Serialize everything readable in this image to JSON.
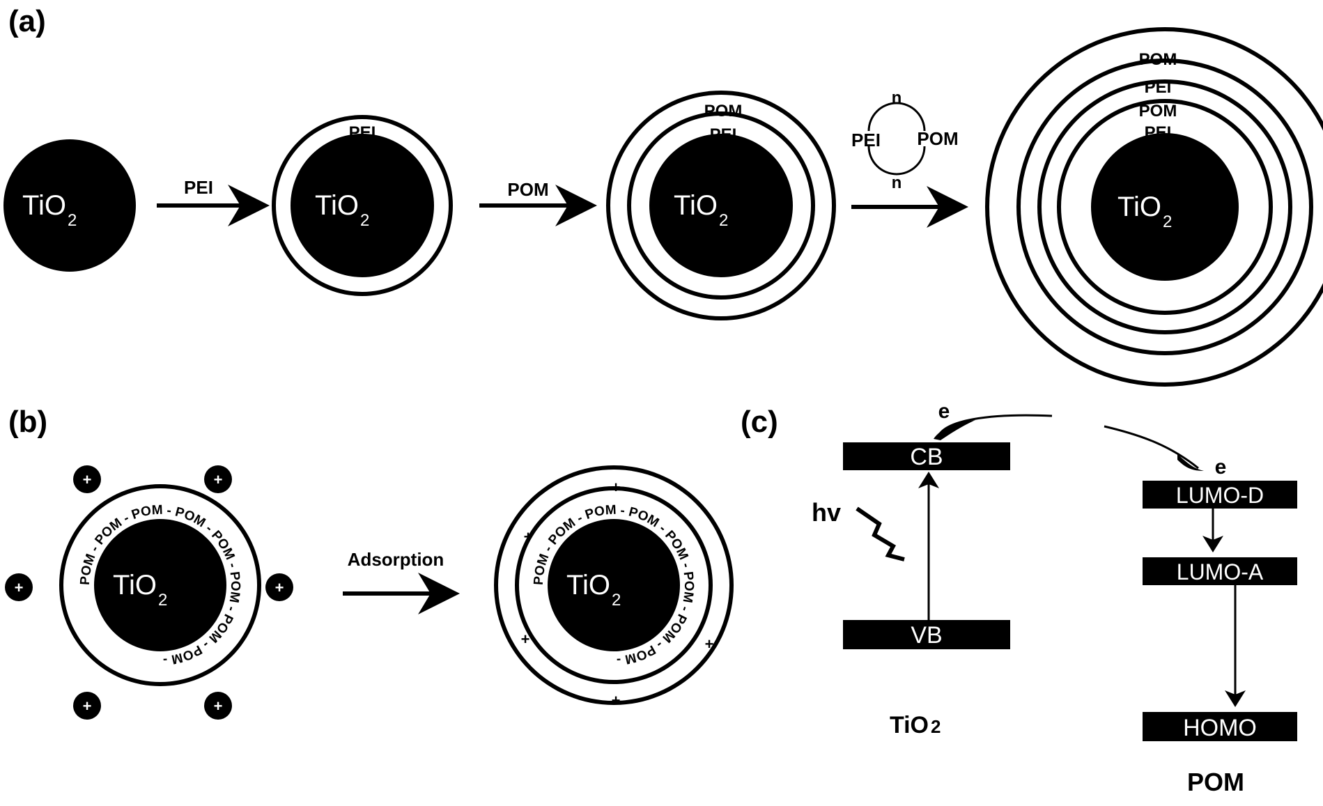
{
  "panel_labels": {
    "a": "(a)",
    "b": "(b)",
    "c": "(c)"
  },
  "core": {
    "formula_main": "TiO",
    "formula_sub": "2"
  },
  "panel_a": {
    "step1_arrow_label": "PEI",
    "step2_shell_label": "PEI",
    "step2_arrow_label": "POM",
    "step3_outer_label": "POM",
    "step3_inner_label": "PEI",
    "cycle": {
      "count_top": "n",
      "count_bottom": "n",
      "left": "PEI",
      "right": "POM"
    },
    "final_labels": [
      "POM",
      "PEI",
      "POM",
      "PEI"
    ]
  },
  "panel_b": {
    "ring_text": "POM - POM - POM - POM - POM - POM - POM - POM - ",
    "cation_symbol": "+",
    "arrow_label": "Adsorption"
  },
  "panel_c": {
    "electron": "e",
    "cb": "CB",
    "vb": "VB",
    "photon": "hv",
    "tio2_label": "TiO",
    "tio2_label_sub": "2",
    "lumo_d": "LUMO-D",
    "lumo_a": "LUMO-A",
    "homo": "HOMO",
    "pom_label": "POM"
  },
  "colors": {
    "ink": "#000000",
    "paper": "#ffffff"
  }
}
